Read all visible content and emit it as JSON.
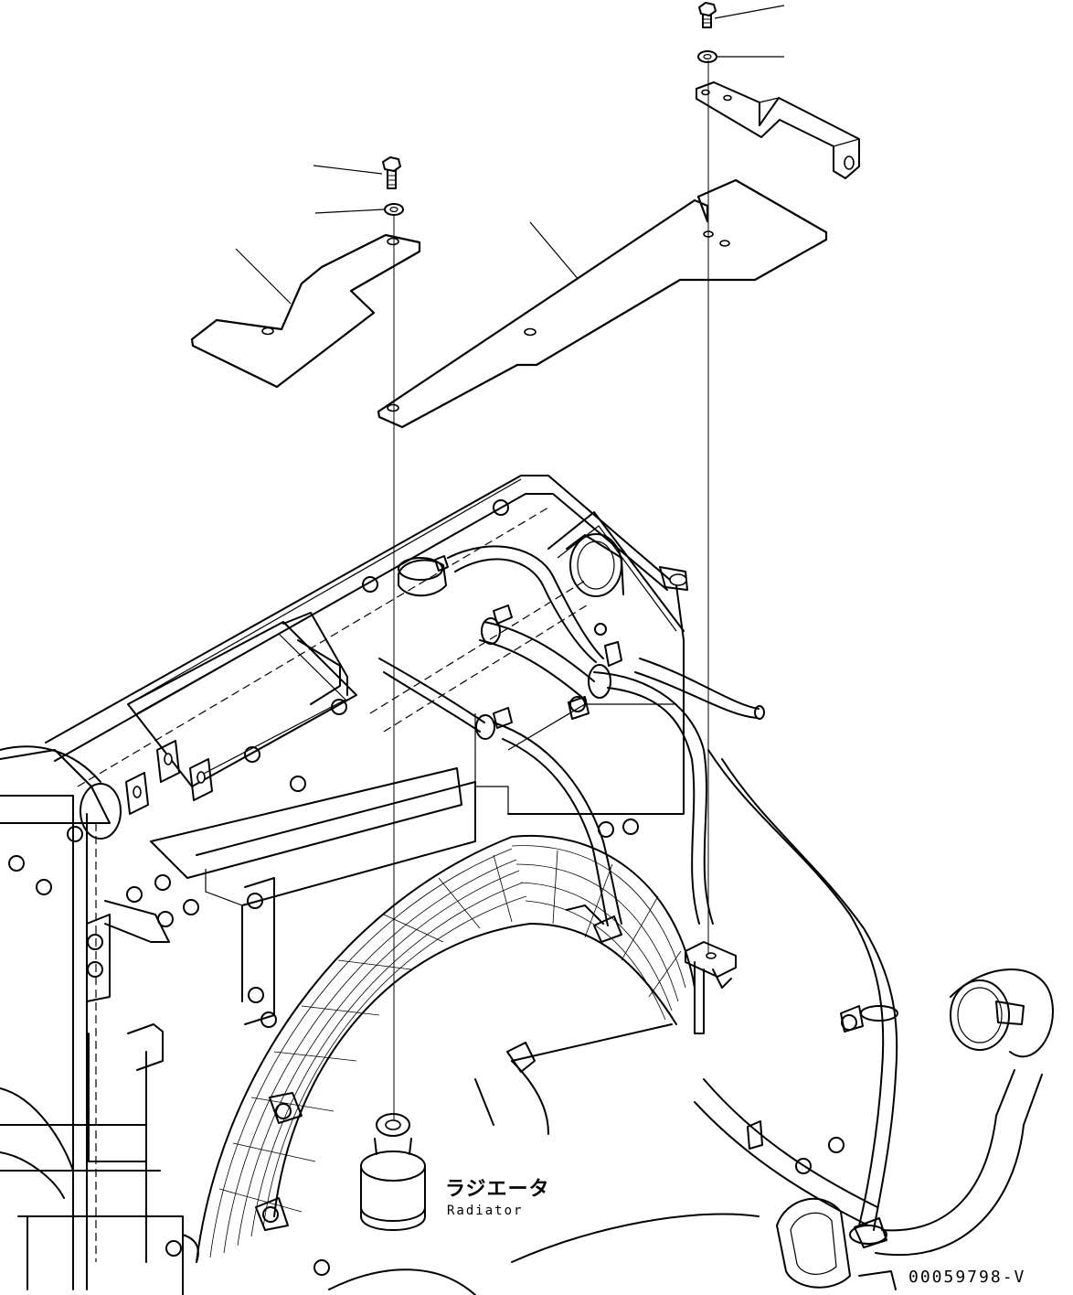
{
  "labels": {
    "radiator_jp": "ラジエータ",
    "radiator_en": "Radiator",
    "drawing_code": "00059798-V"
  }
}
